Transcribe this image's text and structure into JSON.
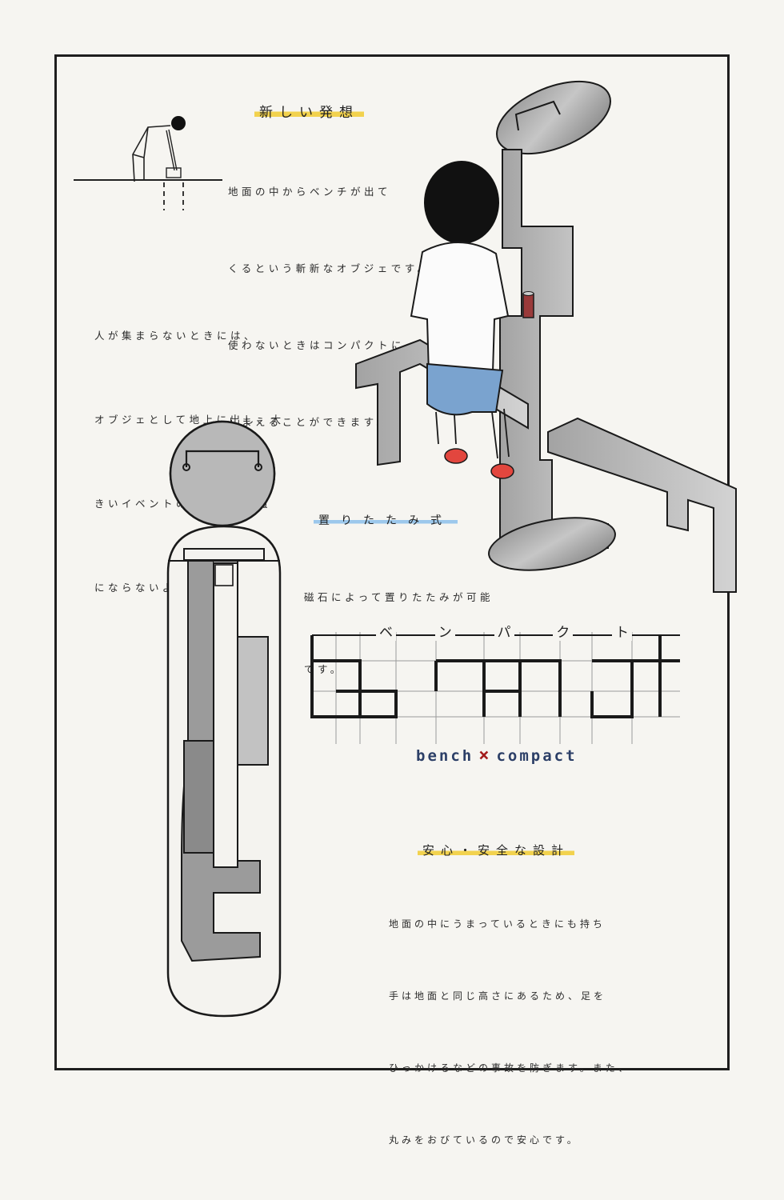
{
  "sections": {
    "concept": {
      "heading": "新しい発想",
      "lines": [
        "地面の中からベンチが出て",
        "くるという斬新なオブジェです。",
        "使わないときはコンパクトに",
        "しまえることができます。"
      ]
    },
    "usage": {
      "lines": [
        "人が集まらないときには、",
        "オブジェとして地上に出し、大",
        "きいイベントのときには邪魔",
        "にならないようにしまえます。"
      ]
    },
    "folding": {
      "heading": "置りたたみ式",
      "lines": [
        "磁石によって置りたたみが可能",
        "です。"
      ]
    },
    "safety": {
      "heading": "安心・安全な設計",
      "lines": [
        "地面の中にうまっているときにも持ち",
        "手は地面と同じ高さにあるため、足を",
        "ひっかけるなどの事故を防ぎます。また、",
        "丸みをおびているので安心です。"
      ]
    }
  },
  "logo": {
    "katakana": [
      "ベ",
      "ン",
      "パ",
      "ク",
      "ト"
    ],
    "en_left": "bench",
    "en_x": "×",
    "en_right": "compact"
  },
  "colors": {
    "paper": "#f6f5f1",
    "ink": "#1e1e1e",
    "pencil_gray": "#9a9a9a",
    "highlight_yellow": "#f2d24e",
    "highlight_blue": "#9cc8ec",
    "logo_blue": "#2c3f67",
    "logo_red": "#a31c1c"
  }
}
